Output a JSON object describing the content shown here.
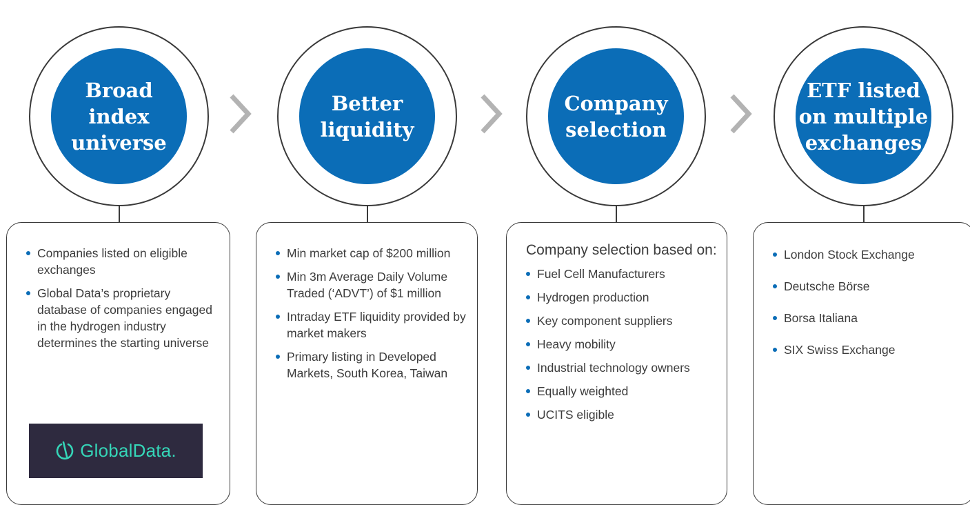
{
  "steps": [
    {
      "title": "Broad\nindex\nuniverse",
      "items": [
        "Companies listed on eligible exchanges",
        "Global Data’s proprietary database of companies engaged in the hydrogen industry determines the starting universe"
      ],
      "logo_text": "GlobalData."
    },
    {
      "title": "Better\nliquidity",
      "items": [
        "Min market cap of $200 million",
        "Min 3m Average Daily Volume Traded (‘ADVT’) of $1 million",
        "Intraday ETF liquidity provided by market makers",
        "Primary listing in Developed Markets, South Korea, Taiwan"
      ]
    },
    {
      "title": "Company\nselection",
      "intro": "Company selection based on:",
      "items": [
        "Fuel Cell Manufacturers",
        "Hydrogen production",
        "Key component suppliers",
        "Heavy mobility",
        "Industrial technology owners",
        "Equally weighted",
        "UCITS eligible"
      ]
    },
    {
      "title": "ETF listed\non multiple\nexchanges",
      "items": [
        "London Stock Exchange",
        "Deutsche Börse",
        "Borsa Italiana",
        "SIX Swiss Exchange"
      ]
    }
  ],
  "colors": {
    "accent": "#0b6db7",
    "outline": "#3a3a3a",
    "chevron": "#b3b3b3",
    "logo_bg": "#2e2a3f",
    "logo_fg": "#35d6b8"
  }
}
